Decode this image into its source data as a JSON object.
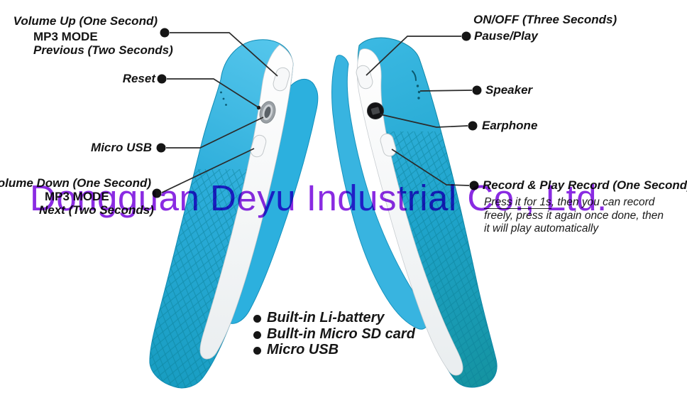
{
  "watermark": {
    "text": "Dongguan Deyu Industrial Co., Ltd.",
    "color": "#8a2be2"
  },
  "callouts": {
    "volume_up": {
      "label": "Volume Up (One Second)"
    },
    "mp3_mode_previous": {
      "mode": "MP3 MODE",
      "action": "Previous (Two Seconds)"
    },
    "reset": {
      "label": "Reset"
    },
    "micro_usb": {
      "label": "Micro USB"
    },
    "volume_down": {
      "label": "Volume Down (One Second)"
    },
    "mp3_mode_next": {
      "mode": "MP3 MODE",
      "action": "Next (Two Seconds)"
    },
    "on_off": {
      "label": "ON/OFF (Three Seconds)"
    },
    "pause_play": {
      "label": "Pause/Play"
    },
    "speaker": {
      "label": "Speaker"
    },
    "earphone": {
      "label": "Earphone"
    },
    "record": {
      "label": "Record & Play Record (One Second)",
      "note_underlined": "Press it for 1s",
      "note_rest": ", then you can record freely, press it again once done, then it will play automatically"
    }
  },
  "features": {
    "items": [
      "Built-in Li-battery",
      "Bullt-in Micro SD card",
      "Micro USB"
    ]
  },
  "device_colors": {
    "body_light_blue": "#4cc2ea",
    "body_blue": "#2aabd6",
    "body_teal": "#169db4",
    "hatch_teal": "#0b7f96",
    "stripe_white": "#f4f6f7"
  }
}
